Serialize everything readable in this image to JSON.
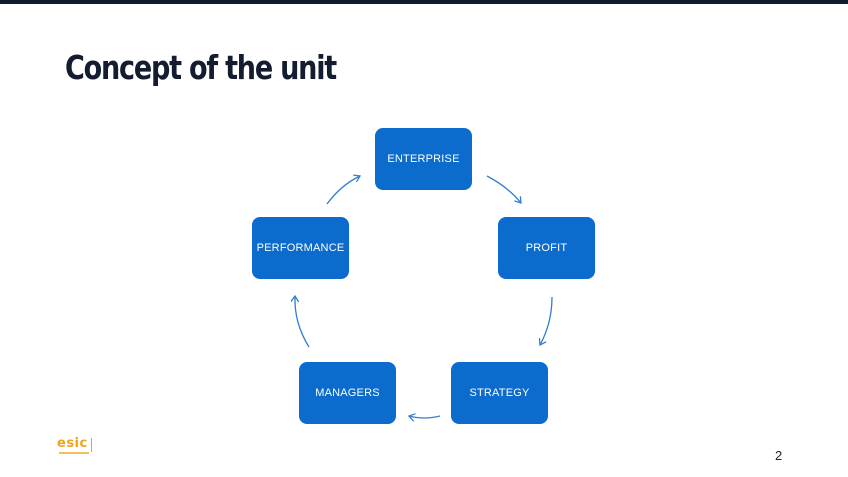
{
  "slide": {
    "title": "Concept of the unit",
    "page_number": "2"
  },
  "diagram": {
    "type": "cycle",
    "nodes": [
      "ENTERPRISE",
      "PROFIT",
      "STRATEGY",
      "MANAGERS",
      "PERFORMANCE"
    ],
    "node_color": "#0b6ccd",
    "arrow_color": "#2e7fd0"
  },
  "logo": {
    "text": "esic",
    "color": "#f1a417"
  },
  "colors": {
    "top_bar": "#111b2e",
    "title": "#141c30"
  }
}
